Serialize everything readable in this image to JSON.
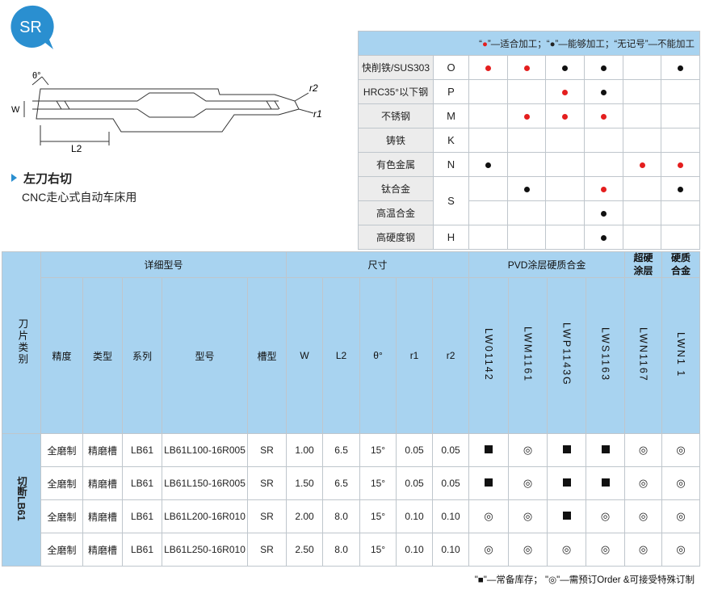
{
  "badge": {
    "text": "SR",
    "color": "#2a8fd0"
  },
  "diagram_labels": {
    "theta": "θ°",
    "w": "W",
    "l2": "L2",
    "r2": "r2",
    "r1": "r1"
  },
  "subtitle": "左刀右切",
  "description": "CNC走心式自动车床用",
  "material_table": {
    "legend_q1": "“",
    "legend_q2": "”",
    "legend_part1": "—适合加工；“●”—能够加工；“无记号”—不能加工",
    "rows": [
      {
        "name": "快削铁/SUS303",
        "code": "O",
        "marks": [
          "red",
          "red",
          "black",
          "black",
          "",
          "black"
        ]
      },
      {
        "name": "HRC35°以下钢",
        "code": "P",
        "marks": [
          "",
          "",
          "red",
          "black",
          "",
          ""
        ]
      },
      {
        "name": "不锈钢",
        "code": "M",
        "marks": [
          "",
          "red",
          "red",
          "red",
          "",
          ""
        ]
      },
      {
        "name": "铸铁",
        "code": "K",
        "marks": [
          "",
          "",
          "",
          "",
          "",
          ""
        ]
      },
      {
        "name": "有色金属",
        "code": "N",
        "marks": [
          "black",
          "",
          "",
          "",
          "red",
          "red"
        ]
      },
      {
        "name": "钛合金",
        "code": "S",
        "marks": [
          "",
          "black",
          "",
          "red",
          "",
          "black"
        ]
      },
      {
        "name": "高温合金",
        "code": "",
        "marks": [
          "",
          "",
          "",
          "black",
          "",
          ""
        ]
      },
      {
        "name": "高硬度钢",
        "code": "H",
        "marks": [
          "",
          "",
          "",
          "black",
          "",
          ""
        ]
      }
    ]
  },
  "main_table": {
    "headers": {
      "category": "刀片类别",
      "detail_model": "详细型号",
      "size": "尺寸",
      "pvd": "PVD涂层硬质合金",
      "superhard": "超硬涂层",
      "carbide": "硬质合金",
      "precision": "精度",
      "type": "类型",
      "series": "系列",
      "model": "型号",
      "groove": "槽型",
      "w": "W",
      "l2": "L2",
      "theta": "θ°",
      "r1": "r1",
      "r2": "r2",
      "grades": [
        "LW01142",
        "LWM1161",
        "LWP1143G",
        "LWS1163",
        "LWN1167",
        "LWN1 1"
      ]
    },
    "category_label": "切断LB61",
    "rows": [
      {
        "precision": "全磨制",
        "type": "精磨槽",
        "series": "LB61",
        "model": "LB61L100-16R005",
        "groove": "SR",
        "w": "1.00",
        "l2": "6.5",
        "theta": "15°",
        "r1": "0.05",
        "r2": "0.05",
        "stock": [
          "sq",
          "circ",
          "sq",
          "sq",
          "circ",
          "circ"
        ]
      },
      {
        "precision": "全磨制",
        "type": "精磨槽",
        "series": "LB61",
        "model": "LB61L150-16R005",
        "groove": "SR",
        "w": "1.50",
        "l2": "6.5",
        "theta": "15°",
        "r1": "0.05",
        "r2": "0.05",
        "stock": [
          "sq",
          "circ",
          "sq",
          "sq",
          "circ",
          "circ"
        ]
      },
      {
        "precision": "全磨制",
        "type": "精磨槽",
        "series": "LB61",
        "model": "LB61L200-16R010",
        "groove": "SR",
        "w": "2.00",
        "l2": "8.0",
        "theta": "15°",
        "r1": "0.10",
        "r2": "0.10",
        "stock": [
          "circ",
          "circ",
          "sq",
          "circ",
          "circ",
          "circ"
        ]
      },
      {
        "precision": "全磨制",
        "type": "精磨槽",
        "series": "LB61",
        "model": "LB61L250-16R010",
        "groove": "SR",
        "w": "2.50",
        "l2": "8.0",
        "theta": "15°",
        "r1": "0.10",
        "r2": "0.10",
        "stock": [
          "circ",
          "circ",
          "circ",
          "circ",
          "circ",
          "circ"
        ]
      }
    ]
  },
  "symbols": {
    "square": "■",
    "circle": "◎"
  },
  "footnote": "\"■\"—常备库存； \"◎\"—需预订Order &可接受特殊订制"
}
